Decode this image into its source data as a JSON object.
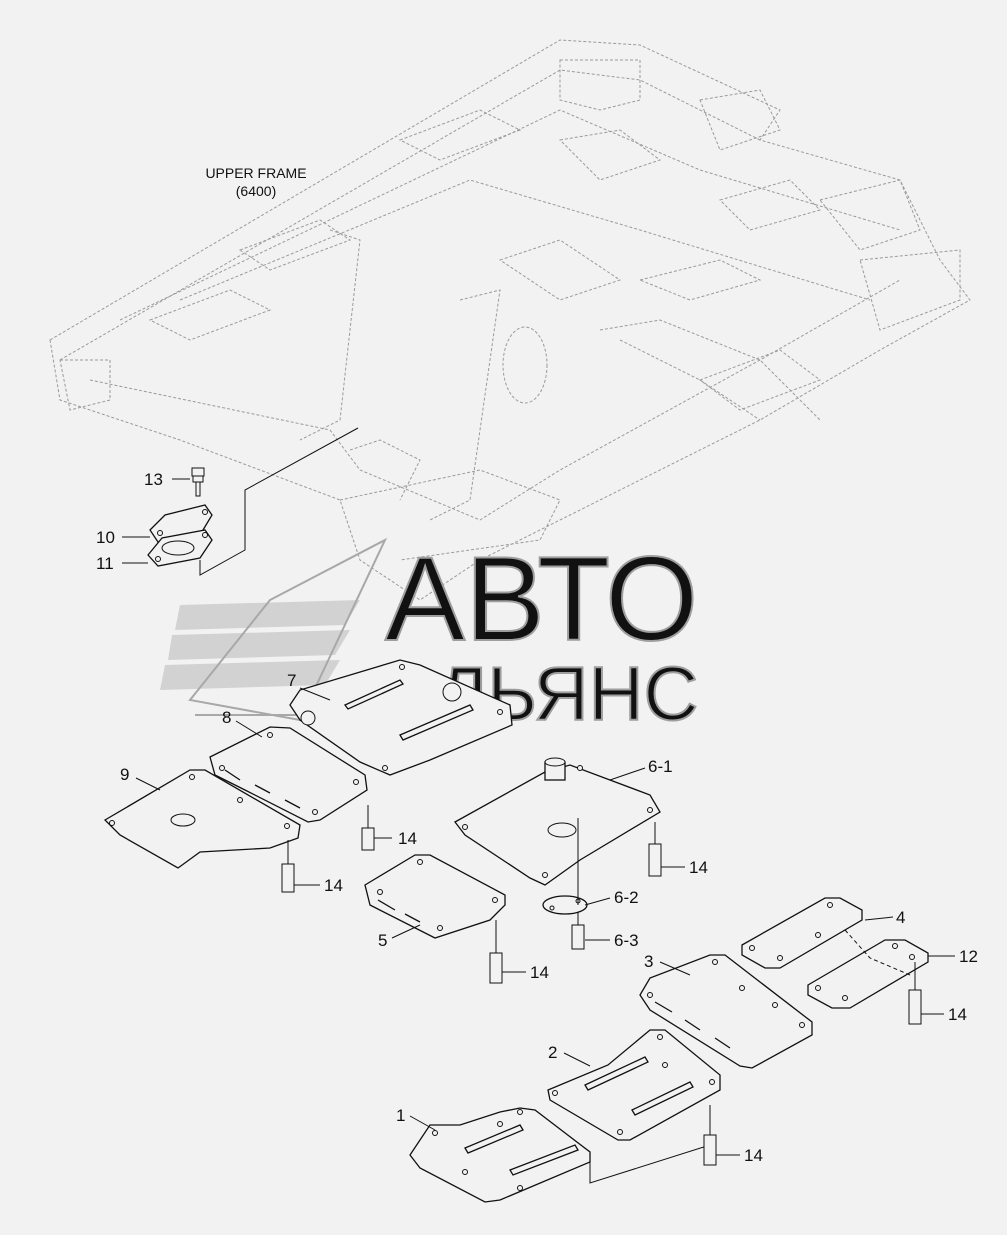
{
  "frame_label": {
    "line1": "UPPER FRAME",
    "line2": "(6400)"
  },
  "watermark": {
    "line1": "АВТО",
    "line2": "АЛЬЯНС"
  },
  "callouts": [
    {
      "id": "c13",
      "text": "13"
    },
    {
      "id": "c10",
      "text": "10"
    },
    {
      "id": "c11",
      "text": "11"
    },
    {
      "id": "c7",
      "text": "7"
    },
    {
      "id": "c8",
      "text": "8"
    },
    {
      "id": "c9",
      "text": "9"
    },
    {
      "id": "c6-1",
      "text": "6-1"
    },
    {
      "id": "c6-2",
      "text": "6-2"
    },
    {
      "id": "c6-3",
      "text": "6-3"
    },
    {
      "id": "c5",
      "text": "5"
    },
    {
      "id": "c4",
      "text": "4"
    },
    {
      "id": "c12",
      "text": "12"
    },
    {
      "id": "c3",
      "text": "3"
    },
    {
      "id": "c2",
      "text": "2"
    },
    {
      "id": "c1",
      "text": "1"
    },
    {
      "id": "c14a",
      "text": "14"
    },
    {
      "id": "c14b",
      "text": "14"
    },
    {
      "id": "c14c",
      "text": "14"
    },
    {
      "id": "c14d",
      "text": "14"
    },
    {
      "id": "c14e",
      "text": "14"
    },
    {
      "id": "c14f",
      "text": "14"
    }
  ]
}
